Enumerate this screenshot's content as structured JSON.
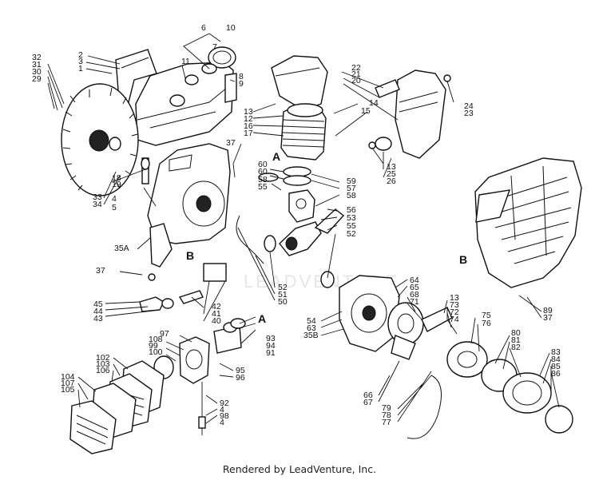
{
  "diagram": {
    "footer": "Rendered by LeadVenture, Inc.",
    "watermark": "LEADVENTURE",
    "ref_letters": [
      {
        "id": "A1",
        "text": "A"
      },
      {
        "id": "A2",
        "text": "A"
      },
      {
        "id": "B1",
        "text": "B"
      },
      {
        "id": "B2",
        "text": "B"
      }
    ],
    "labels": [
      {
        "id": "l6",
        "text": "6"
      },
      {
        "id": "l10",
        "text": "10"
      },
      {
        "id": "l7",
        "text": "7"
      },
      {
        "id": "l11",
        "text": "11"
      },
      {
        "id": "l8",
        "text": "8"
      },
      {
        "id": "l9",
        "text": "9"
      },
      {
        "id": "l2",
        "text": "2"
      },
      {
        "id": "l3",
        "text": "3"
      },
      {
        "id": "l1",
        "text": "1"
      },
      {
        "id": "l32",
        "text": "32"
      },
      {
        "id": "l31",
        "text": "31"
      },
      {
        "id": "l30",
        "text": "30"
      },
      {
        "id": "l29",
        "text": "29"
      },
      {
        "id": "l13a",
        "text": "13"
      },
      {
        "id": "l12",
        "text": "12"
      },
      {
        "id": "l16",
        "text": "16"
      },
      {
        "id": "l17",
        "text": "17"
      },
      {
        "id": "l14",
        "text": "14"
      },
      {
        "id": "l22",
        "text": "22"
      },
      {
        "id": "l21",
        "text": "21"
      },
      {
        "id": "l20",
        "text": "20"
      },
      {
        "id": "l24",
        "text": "24"
      },
      {
        "id": "l23",
        "text": "23"
      },
      {
        "id": "l15",
        "text": "15"
      },
      {
        "id": "l33",
        "text": "33"
      },
      {
        "id": "l34",
        "text": "34"
      },
      {
        "id": "l4a",
        "text": "4"
      },
      {
        "id": "l5",
        "text": "5"
      },
      {
        "id": "l37a",
        "text": "37"
      },
      {
        "id": "l18",
        "text": "18"
      },
      {
        "id": "l19",
        "text": "19"
      },
      {
        "id": "l13b",
        "text": "13"
      },
      {
        "id": "l25",
        "text": "25"
      },
      {
        "id": "l26",
        "text": "26"
      },
      {
        "id": "l60a",
        "text": "60"
      },
      {
        "id": "l60b",
        "text": "60"
      },
      {
        "id": "l58a",
        "text": "58"
      },
      {
        "id": "l55a",
        "text": "55"
      },
      {
        "id": "l59",
        "text": "59"
      },
      {
        "id": "l57",
        "text": "57"
      },
      {
        "id": "l58b",
        "text": "58"
      },
      {
        "id": "l56",
        "text": "56"
      },
      {
        "id": "l53",
        "text": "53"
      },
      {
        "id": "l55b",
        "text": "55"
      },
      {
        "id": "l52a",
        "text": "52"
      },
      {
        "id": "l35A",
        "text": "35A"
      },
      {
        "id": "l37b",
        "text": "37"
      },
      {
        "id": "l52b",
        "text": "52"
      },
      {
        "id": "l51",
        "text": "51"
      },
      {
        "id": "l50",
        "text": "50"
      },
      {
        "id": "l42",
        "text": "42"
      },
      {
        "id": "l41",
        "text": "41"
      },
      {
        "id": "l40",
        "text": "40"
      },
      {
        "id": "l45",
        "text": "45"
      },
      {
        "id": "l44",
        "text": "44"
      },
      {
        "id": "l43",
        "text": "43"
      },
      {
        "id": "l93",
        "text": "93"
      },
      {
        "id": "l94",
        "text": "94"
      },
      {
        "id": "l91",
        "text": "91"
      },
      {
        "id": "l97",
        "text": "97"
      },
      {
        "id": "l108",
        "text": "108"
      },
      {
        "id": "l99",
        "text": "99"
      },
      {
        "id": "l100",
        "text": "100"
      },
      {
        "id": "l102",
        "text": "102"
      },
      {
        "id": "l103",
        "text": "103"
      },
      {
        "id": "l106",
        "text": "106"
      },
      {
        "id": "l104",
        "text": "104"
      },
      {
        "id": "l107",
        "text": "107"
      },
      {
        "id": "l105",
        "text": "105"
      },
      {
        "id": "l95",
        "text": "95"
      },
      {
        "id": "l96",
        "text": "96"
      },
      {
        "id": "l92",
        "text": "92"
      },
      {
        "id": "l4b",
        "text": "4"
      },
      {
        "id": "l98",
        "text": "98"
      },
      {
        "id": "l4c",
        "text": "4"
      },
      {
        "id": "l64",
        "text": "64"
      },
      {
        "id": "l65",
        "text": "65"
      },
      {
        "id": "l68",
        "text": "68"
      },
      {
        "id": "l71",
        "text": "71"
      },
      {
        "id": "l54",
        "text": "54"
      },
      {
        "id": "l63",
        "text": "63"
      },
      {
        "id": "l35B",
        "text": "35B"
      },
      {
        "id": "l13c",
        "text": "13"
      },
      {
        "id": "l73",
        "text": "73"
      },
      {
        "id": "l72",
        "text": "72"
      },
      {
        "id": "l74",
        "text": "74"
      },
      {
        "id": "l75",
        "text": "75"
      },
      {
        "id": "l76",
        "text": "76"
      },
      {
        "id": "l80",
        "text": "80"
      },
      {
        "id": "l81",
        "text": "81"
      },
      {
        "id": "l82",
        "text": "82"
      },
      {
        "id": "l83",
        "text": "83"
      },
      {
        "id": "l84",
        "text": "84"
      },
      {
        "id": "l85",
        "text": "85"
      },
      {
        "id": "l86",
        "text": "86"
      },
      {
        "id": "l89",
        "text": "89"
      },
      {
        "id": "l37c",
        "text": "37"
      },
      {
        "id": "l66",
        "text": "66"
      },
      {
        "id": "l67",
        "text": "67"
      },
      {
        "id": "l79",
        "text": "79"
      },
      {
        "id": "l78",
        "text": "78"
      },
      {
        "id": "l77",
        "text": "77"
      }
    ]
  }
}
